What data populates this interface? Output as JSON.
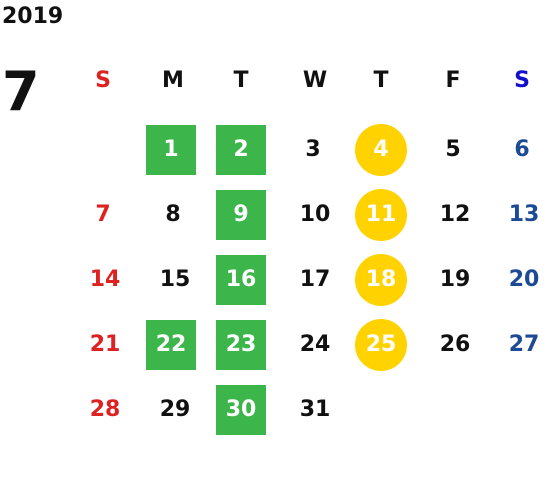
{
  "year": "2019",
  "month": "7",
  "weekdays": [
    "S",
    "M",
    "T",
    "W",
    "T",
    "F",
    "S"
  ],
  "days": {
    "d1": "1",
    "d2": "2",
    "d3": "3",
    "d4": "4",
    "d5": "5",
    "d6": "6",
    "d7": "7",
    "d8": "8",
    "d9": "9",
    "d10": "10",
    "d11": "11",
    "d12": "12",
    "d13": "13",
    "d14": "14",
    "d15": "15",
    "d16": "16",
    "d17": "17",
    "d18": "18",
    "d19": "19",
    "d20": "20",
    "d21": "21",
    "d22": "22",
    "d23": "23",
    "d24": "24",
    "d25": "25",
    "d26": "26",
    "d27": "27",
    "d28": "28",
    "d29": "29",
    "d30": "30",
    "d31": "31"
  },
  "colors": {
    "sunday": "#dd2222",
    "saturday_header": "#1010cc",
    "saturday": "#1c4a94",
    "green_highlight": "#3cb54a",
    "yellow_highlight": "#ffd200"
  }
}
